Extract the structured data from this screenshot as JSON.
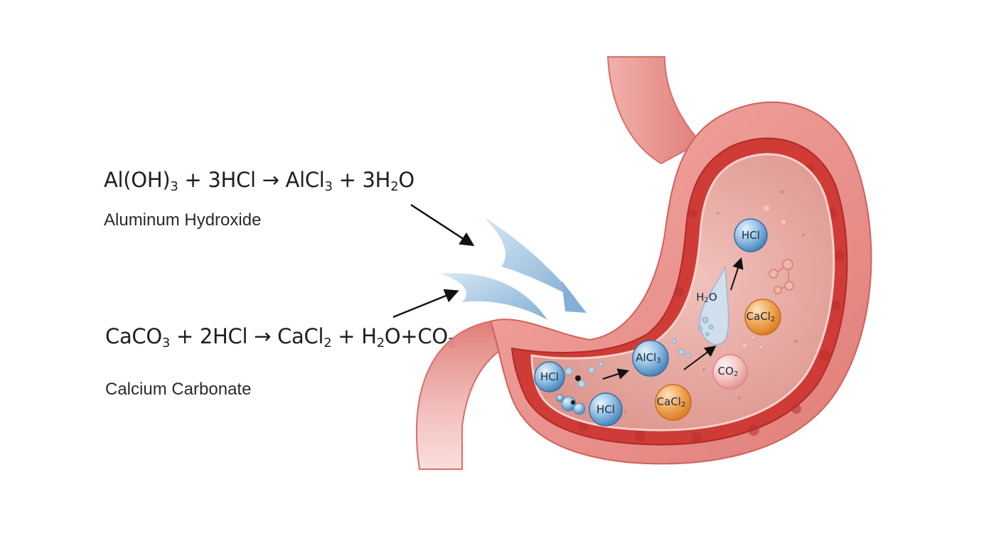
{
  "equations": [
    {
      "parts": [
        "Al(OH)",
        "3",
        " + 3HCl → AlCl",
        "3",
        " + 3H",
        "2",
        "O"
      ],
      "name": "Aluminum Hydroxide"
    },
    {
      "parts": [
        "CaCO",
        "3",
        " + 2HCl → CaCl",
        "2",
        " + H",
        "2",
        "O+CO",
        "2"
      ],
      "name": "Calcium Carbonate"
    }
  ],
  "molecules": [
    {
      "label": "HCl",
      "sub": "",
      "color": "#5b9bd5"
    },
    {
      "label": "HCl",
      "sub": "",
      "color": "#5b9bd5"
    },
    {
      "label": "HCl",
      "sub": "",
      "color": "#5b9bd5"
    },
    {
      "label": "AlCl",
      "sub": "3",
      "color": "#5b9bd5"
    },
    {
      "label": "CaCl",
      "sub": "2",
      "color": "#f0a04b"
    },
    {
      "label": "CaCl",
      "sub": "2",
      "color": "#f0a04b"
    },
    {
      "label": "CO",
      "sub": "2",
      "color": "#f4b8b8"
    },
    {
      "label": "H",
      "sub": "2",
      "label_tail": "O",
      "color": "#a9cde6"
    }
  ],
  "colors": {
    "stomach_outer": "#e88a86",
    "stomach_wall": "#d9443f",
    "stomach_lumen": "#e7a8a2",
    "antacid_blue": "#8fb8d9"
  }
}
